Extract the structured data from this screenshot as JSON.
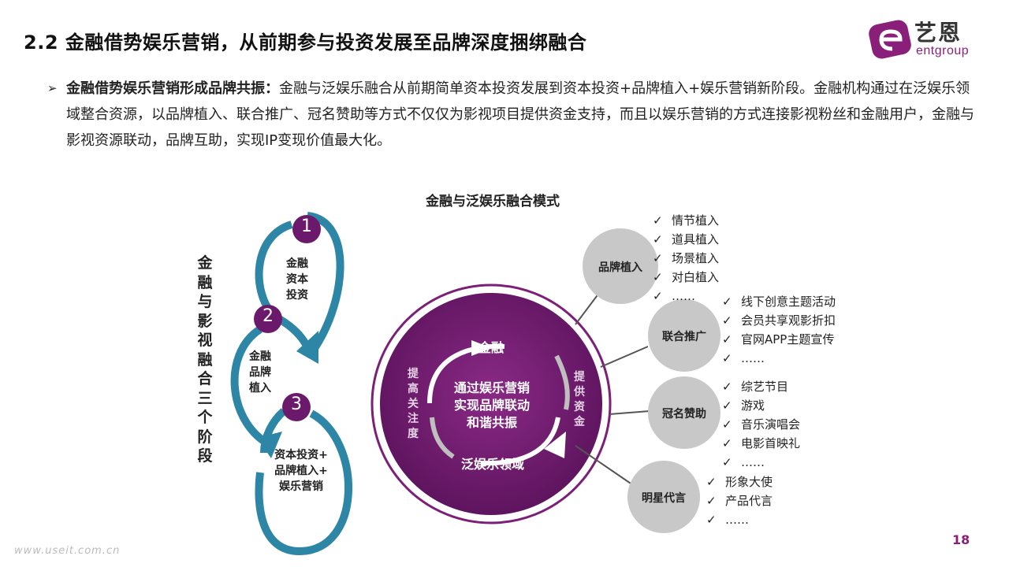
{
  "header": {
    "title": "2.2 金融借势娱乐营销，从前期参与投资发展至品牌深度捆绑融合"
  },
  "logo": {
    "cn": "艺恩",
    "en": "entgroup"
  },
  "bullet": {
    "heading": "金融借势娱乐营销形成品牌共振：",
    "body": "金融与泛娱乐融合从前期简单资本投资发展到资本投资+品牌植入+娱乐营销新阶段。金融机构通过在泛娱乐领域整合资源，以品牌植入、联合推广、冠名赞助等方式不仅仅为影视项目提供资金支持，而且以娱乐营销的方式连接影视粉丝和金融用户，金融与影视资源联动，品牌互助，实现IP变现价值最大化。"
  },
  "diagram": {
    "title": "金融与泛娱乐融合模式",
    "left_vertical": "金融与影视融合三个阶段",
    "stages": [
      {
        "number": "1",
        "text": "金融\n资本\n投资"
      },
      {
        "number": "2",
        "text": "金融\n品牌\n植入"
      },
      {
        "number": "3",
        "text": "资本投资+\n品牌植入+\n娱乐营销"
      }
    ],
    "center": {
      "top": "金融",
      "middle": "通过娱乐营销\n实现品牌联动\n和谐共振",
      "bottom": "泛娱乐领域",
      "left": "提\n高\n关\n注\n度",
      "right": "提\n供\n资\n金"
    },
    "satellites": [
      {
        "label": "品牌植入",
        "items": [
          "情节植入",
          "道具植入",
          "场景植入",
          "对白植入",
          "……"
        ]
      },
      {
        "label": "联合推广",
        "items": [
          "线下创意主题活动",
          "会员共享观影折扣",
          "官网APP主题宣传",
          "……"
        ]
      },
      {
        "label": "冠名赞助",
        "items": [
          "综艺节目",
          "游戏",
          "音乐演唱会",
          "电影首映礼",
          "……"
        ]
      },
      {
        "label": "明星代言",
        "items": [
          "形象大使",
          "产品代言",
          "……"
        ]
      }
    ],
    "check_glyph": "✓"
  },
  "footer": {
    "page_number": "18",
    "watermark": "www.useit.com.cn"
  },
  "colors": {
    "purple": "#6b1a6b",
    "purple_mid": "#7b1f78",
    "teal": "#2e86a6",
    "grey_circle": "#c8c8c8",
    "accent_magenta": "#8a1f7a"
  }
}
